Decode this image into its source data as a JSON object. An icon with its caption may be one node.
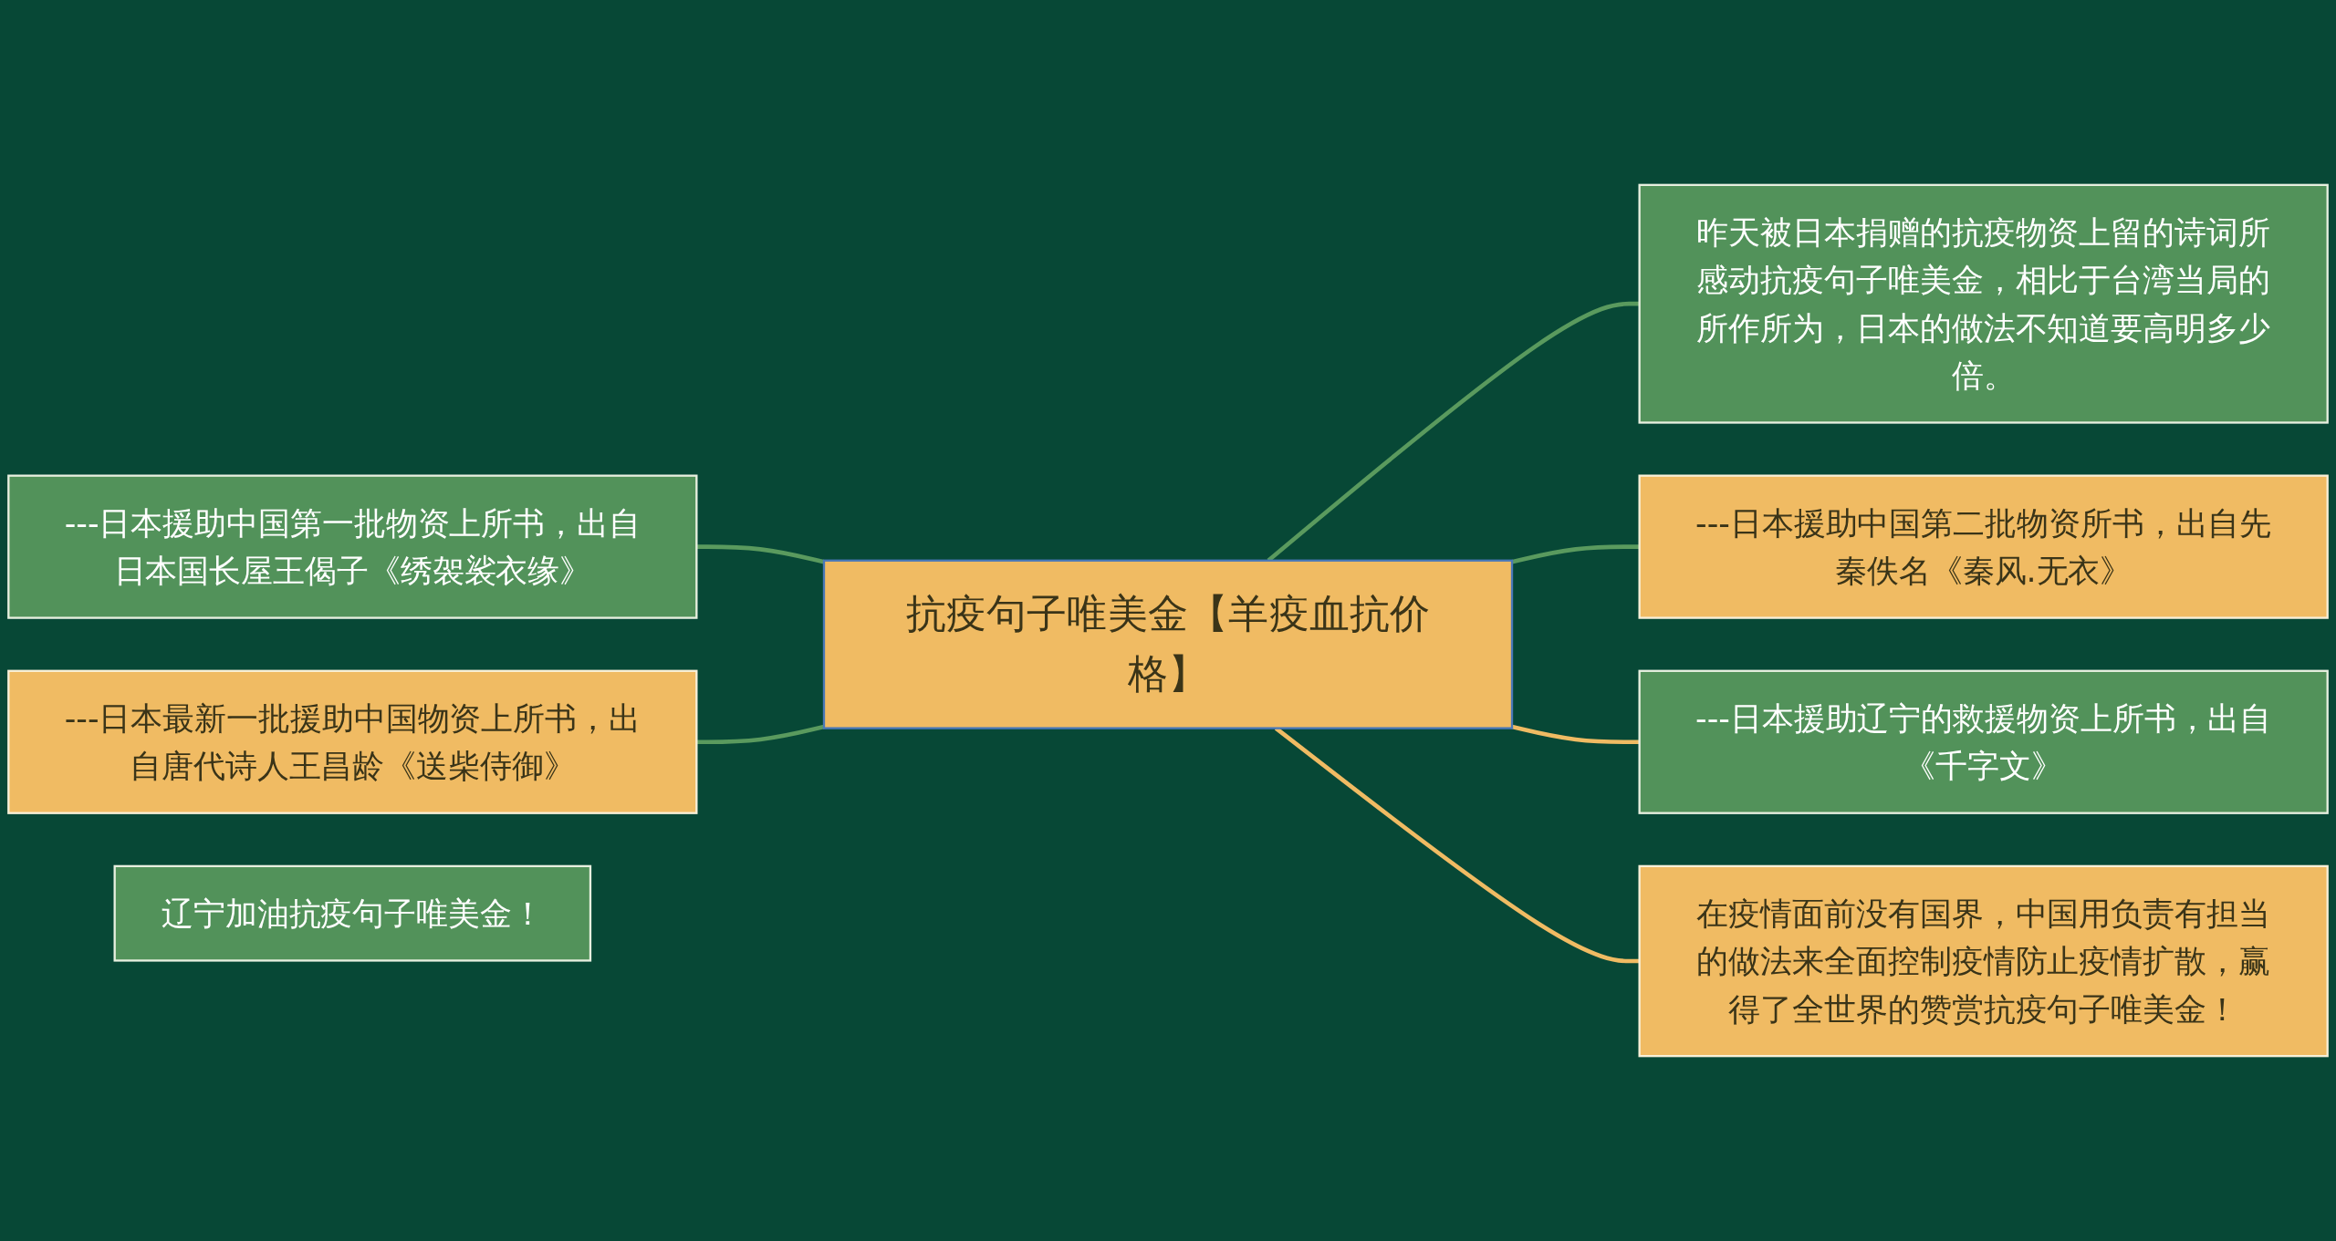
{
  "diagram": {
    "nodes": [
      {
        "text": [
          "---日本援助中国第一批物资上所书，出自日本国长屋王偈子《绣袈裟衣缘》"
        ]
      },
      {
        "text": [
          "---日本最新一批援助中国物资上所书，出自唐代诗人王昌龄《送柴侍御》"
        ]
      },
      {
        "text": [
          "辽宁加油抗疫句子唯美金！"
        ]
      },
      {
        "text": [
          "抗疫句子唯美金【羊疫血抗价格】"
        ]
      },
      {
        "text": [
          "昨天被日本捐赠的抗疫物资上留的诗词所感动抗疫句子唯美金，相比于台湾当局的所作所为，日本的做法不知道要高明多少倍。"
        ]
      },
      {
        "text": [
          "---日本援助中国第二批物资所书，出自先秦佚名《秦风.无衣》"
        ]
      },
      {
        "text": [
          "---日本援助辽宁的救援物资上所书，出自《千字文》"
        ]
      },
      {
        "text": [
          "在疫情面前没有国界，中国用负责有担当的做法来全面控制疫情防止疫情扩散，赢得了全世界的赞赏抗疫句子唯美金！"
        ]
      }
    ],
    "edges": [
      {
        "from": 0,
        "to": 3,
        "arrow": "none"
      },
      {
        "from": 1,
        "to": 3,
        "arrow": "none"
      },
      {
        "from": 3,
        "to": 4,
        "arrow": "none"
      },
      {
        "from": 3,
        "to": 5,
        "arrow": "none"
      },
      {
        "from": 3,
        "to": 6,
        "arrow": "none",
        "color": "#f0bb63"
      },
      {
        "from": 3,
        "to": 7,
        "arrow": "none",
        "color": "#f0bb63"
      }
    ]
  }
}
